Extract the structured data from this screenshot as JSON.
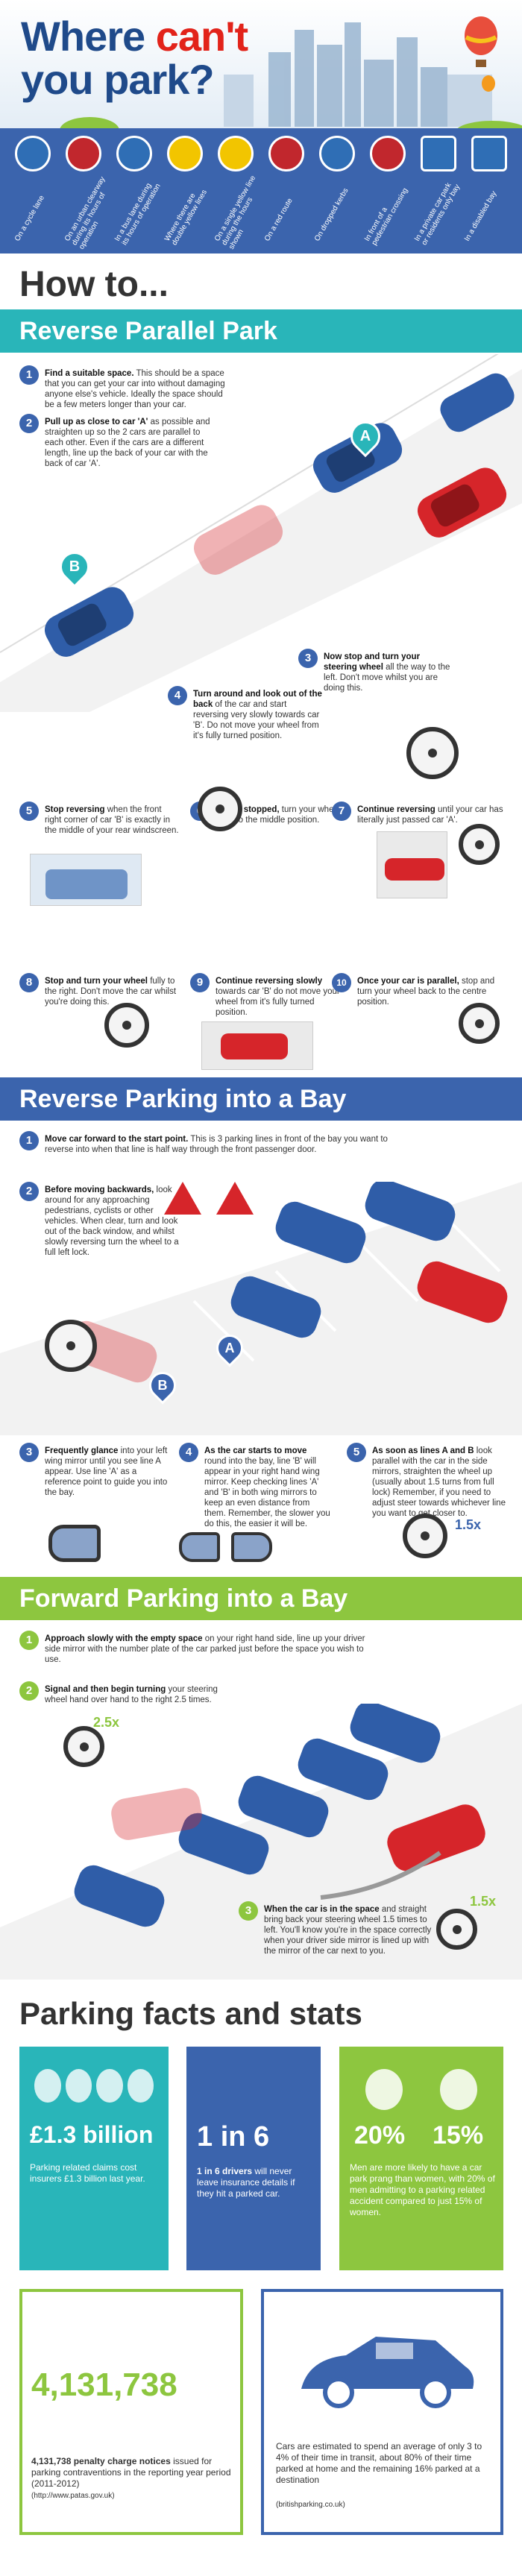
{
  "header": {
    "title_a": "Where",
    "title_b": "can't",
    "title_c": "you park?",
    "signs": [
      {
        "icon": "bicycle-sign-icon",
        "color": "#2f6eb5"
      },
      {
        "icon": "no-entry-sign-icon",
        "color": "#c1272d"
      },
      {
        "icon": "bus-lane-sign-icon",
        "color": "#2f6eb5"
      },
      {
        "icon": "double-yellow-lines-icon",
        "color": "#f2c500"
      },
      {
        "icon": "single-yellow-line-icon",
        "color": "#f2c500"
      },
      {
        "icon": "no-stopping-sign-icon",
        "color": "#c1272d"
      },
      {
        "icon": "dropped-kerb-sign-icon",
        "color": "#2f6eb5"
      },
      {
        "icon": "pedestrian-crossing-sign-icon",
        "color": "#c1272d"
      },
      {
        "icon": "private-sign-icon",
        "color": "#2f6eb5"
      },
      {
        "icon": "disabled-bay-sign-icon",
        "color": "#2f6eb5"
      }
    ],
    "captions": [
      "On a cycle lane",
      "On an urban clearway during its hours of operation",
      "In a bus lane during its hours of operation",
      "Where there are double yellow lines",
      "On a single yellow line during the hours shown",
      "On a red route",
      "On dropped kerbs",
      "In front of a pedestrian crossing",
      "In a private car park or residents only bay",
      "In a disabled bay"
    ]
  },
  "howto": {
    "title": "How to..."
  },
  "rpp": {
    "title": "Reverse Parallel Park",
    "steps": [
      {
        "n": "1",
        "bold": "Find a suitable space.",
        "text": " This should be a space that you can get your car into without damaging anyone else's vehicle. Ideally the space should be a few meters longer than your car."
      },
      {
        "n": "2",
        "bold": "Pull up as close to car 'A'",
        "text": " as possible and straighten up so the 2 cars are parallel to each other. Even if the cars are a different length, line up the back of your car with the back of car 'A'."
      },
      {
        "n": "3",
        "bold": "Now stop and turn your steering wheel",
        "text": " all the way to the left. Don't move whilst you are doing this."
      },
      {
        "n": "4",
        "bold": "Turn around and look out of the back",
        "text": " of the car and start reversing very slowly towards car 'B'. Do not move your wheel from it's fully turned position."
      },
      {
        "n": "5",
        "bold": "Stop reversing",
        "text": " when the front right corner of car 'B' is exactly in the middle of your rear windscreen."
      },
      {
        "n": "6",
        "bold": "Whilst stopped,",
        "text": " turn your wheel back to the middle position."
      },
      {
        "n": "7",
        "bold": "Continue reversing",
        "text": " until your car has literally just passed car 'A'."
      },
      {
        "n": "8",
        "bold": "Stop and turn your wheel",
        "text": " fully to the right. Don't move the car whilst you're doing this."
      },
      {
        "n": "9",
        "bold": "Continue reversing slowly",
        "text": " towards car 'B' do not move your wheel from it's fully turned position."
      },
      {
        "n": "10",
        "bold": "Once your car is parallel,",
        "text": " stop and turn your wheel back to the centre position."
      }
    ],
    "marker_a": "A",
    "marker_b": "B"
  },
  "rpb": {
    "title": "Reverse Parking into a Bay",
    "steps": [
      {
        "n": "1",
        "bold": "Move car forward to the start point.",
        "text": " This is 3 parking lines in front of the bay you want to reverse into when that line is half way through the front passenger door."
      },
      {
        "n": "2",
        "bold": "Before moving backwards,",
        "text": " look around for any approaching pedestrians, cyclists or other vehicles. When clear, turn and look out of the back window, and whilst slowly reversing turn the wheel to a full left lock."
      },
      {
        "n": "3",
        "bold": "Frequently glance",
        "text": " into your left wing mirror until you see line A appear. Use line 'A' as a reference point to guide you into the bay."
      },
      {
        "n": "4",
        "bold": "As the car starts to move",
        "text": " round into the bay, line 'B' will appear in your right hand wing mirror. Keep checking lines 'A' and 'B' in both wing mirrors to keep an even distance from them. Remember, the slower you do this, the easier it will be."
      },
      {
        "n": "5",
        "bold": "As soon as lines A and B",
        "text": " look parallel with the car in the side mirrors, straighten the wheel up (usually about 1.5 turns from full lock) Remember, if you need to adjust steer towards whichever line you want to get closer to."
      }
    ],
    "marker_a": "A",
    "marker_b": "B",
    "turns": "1.5x"
  },
  "fpb": {
    "title": "Forward Parking into a Bay",
    "steps": [
      {
        "n": "1",
        "bold": "Approach slowly with the empty space",
        "text": " on your right hand side, line up your driver side mirror with the number plate of the car parked just before the space you wish to use."
      },
      {
        "n": "2",
        "bold": "Signal and then begin turning",
        "text": " your steering wheel hand over hand to the right 2.5 times."
      },
      {
        "n": "3",
        "bold": "When the car is in the space",
        "text": " and straight bring back your steering wheel 1.5 times to left. You'll know you're in the space correctly when your driver side mirror is lined up with the mirror of the car next to you."
      }
    ],
    "turns_a": "2.5x",
    "turns_b": "1.5x"
  },
  "facts": {
    "title": "Parking facts and stats",
    "f1": {
      "big": "£1.3 billion",
      "text": "Parking related claims cost insurers £1.3 billion last year.",
      "color": "#29b5b9"
    },
    "f2": {
      "big": "1 in 6",
      "text_bold": "1 in 6 drivers",
      "text": " will never leave insurance details if they hit a parked car.",
      "color": "#3b64ad"
    },
    "f3": {
      "pct_m": "20%",
      "pct_w": "15%",
      "text": "Men are more likely to have a car park prang than women, with 20% of men admitting to a parking related accident compared to just 15% of women.",
      "color": "#8dc63f"
    },
    "f4": {
      "big": "4,131,738",
      "text_bold": "4,131,738 penalty charge notices",
      "text": " issued for parking contraventions in the reporting year period (2011-2012)",
      "source": "(http://www.patas.gov.uk)",
      "color": "#8dc63f"
    },
    "f5": {
      "text": "Cars are estimated to spend an average of only 3 to 4% of their time in transit, about 80% of their time parked at home and the remaining 16% parked at a destination",
      "source": "(britishparking.co.uk)",
      "color": "#3b64ad"
    }
  }
}
